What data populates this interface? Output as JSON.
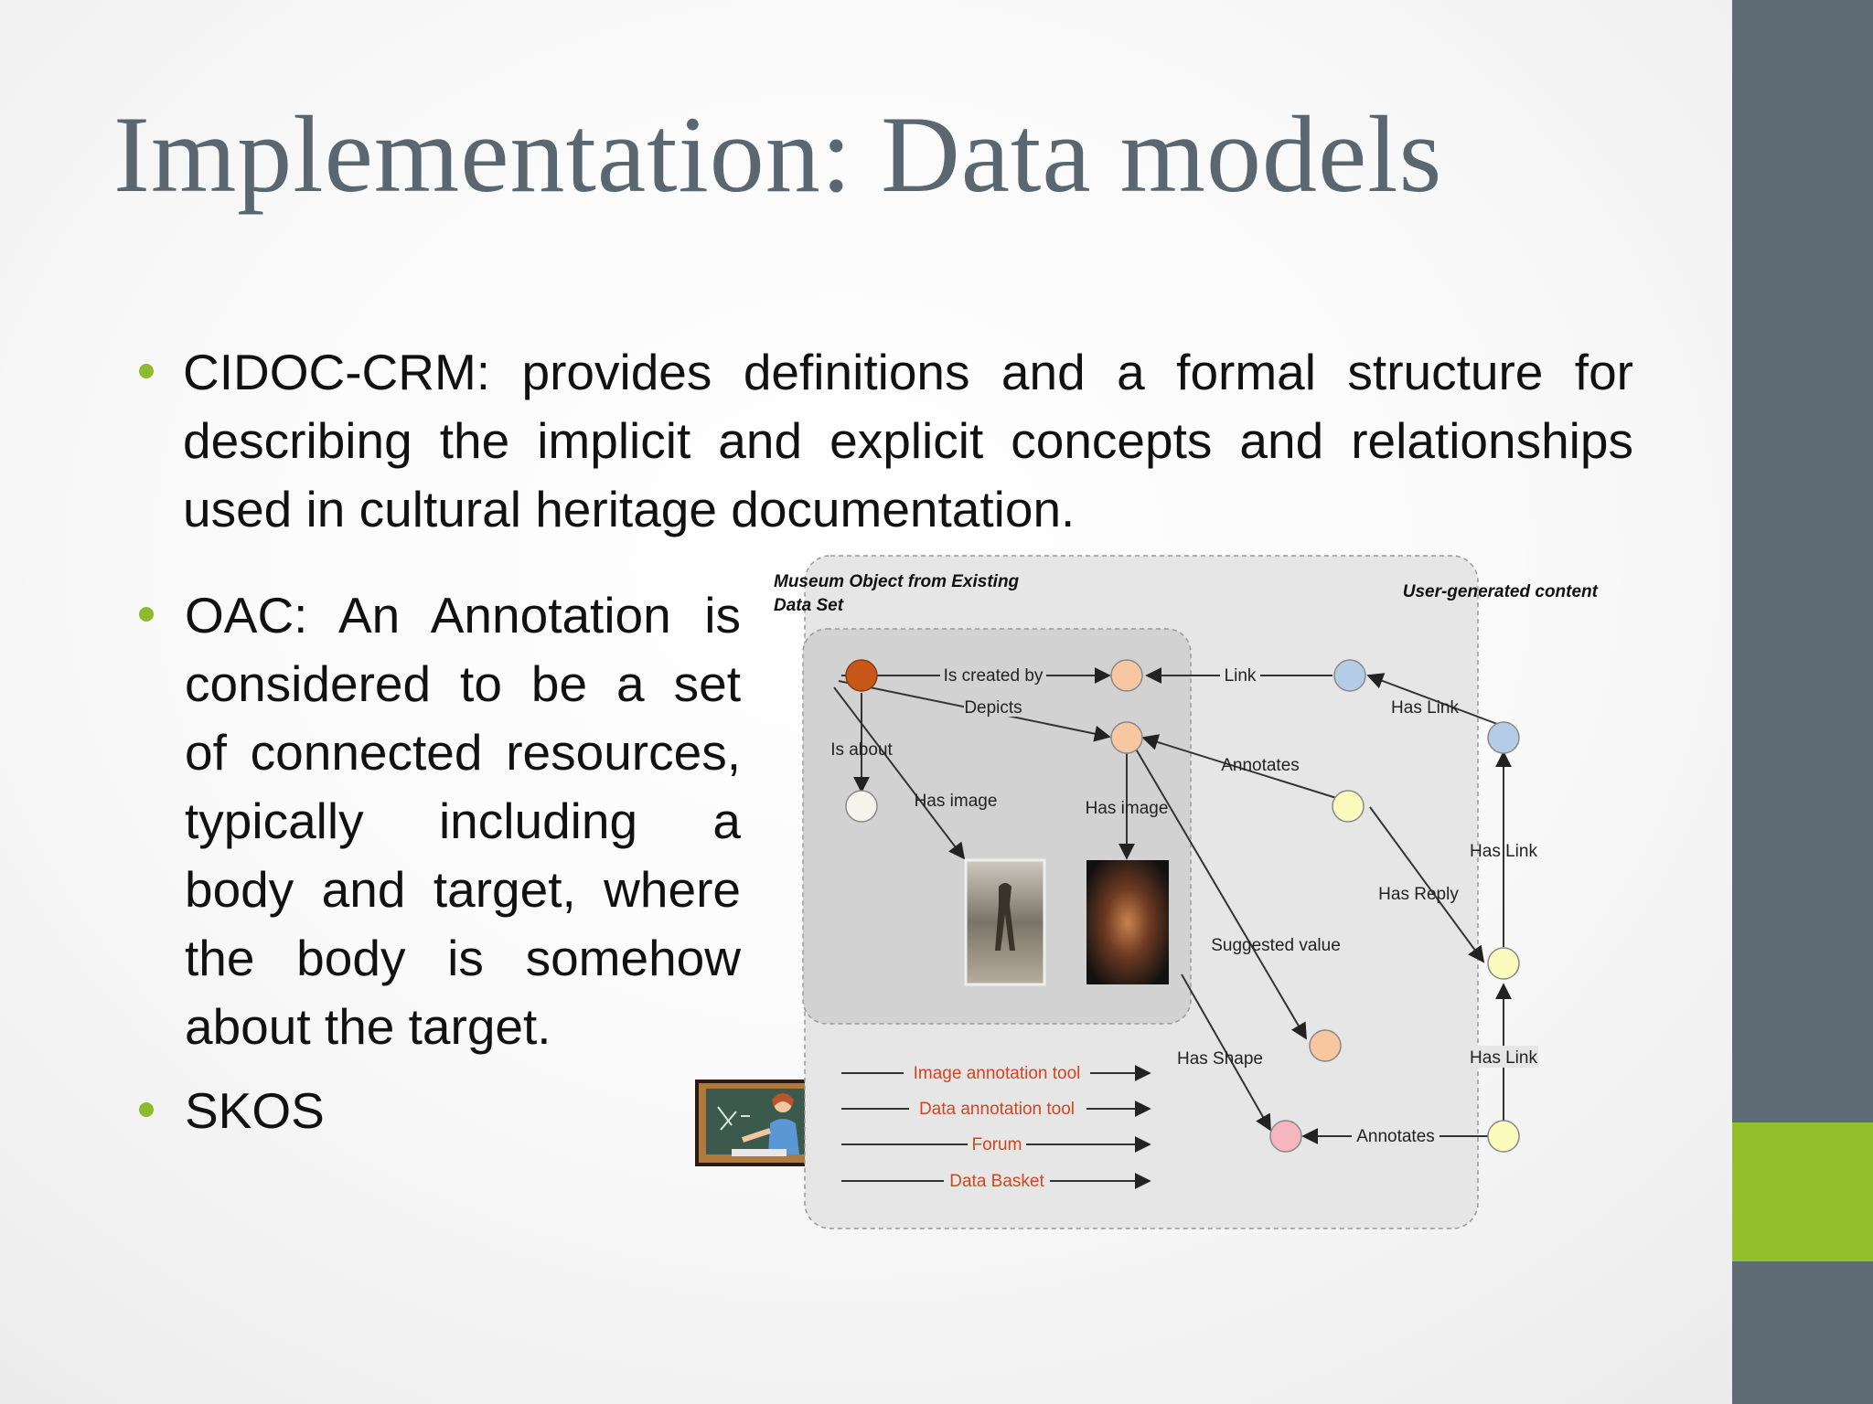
{
  "slide": {
    "title": "Implementation: Data models",
    "bullets": [
      {
        "lines": [
          "CIDOC-CRM: provides definitions and a formal structure for",
          "describing the implicit and explicit concepts and relationships",
          "used in cultural heritage documentation."
        ]
      },
      {
        "lines": [
          "OAC: An Annotation is",
          "considered to be a set",
          "of connected resources,",
          "typically including a",
          "body and target, where",
          "the body is somehow",
          "about the target."
        ]
      },
      {
        "lines": [
          "SKOS"
        ]
      }
    ]
  },
  "diagram": {
    "heading_left": [
      "Museum Object from Existing",
      "Data Set"
    ],
    "heading_right": "User-generated content",
    "edges": {
      "is_created_by": "Is created by",
      "depicts": "Depicts",
      "is_about": "Is about",
      "has_image_1": "Has image",
      "has_image_2": "Has image",
      "link": "Link",
      "annotates_1": "Annotates",
      "has_link_1": "Has Link",
      "has_link_2": "Has Link",
      "has_link_3": "Has Link",
      "has_reply": "Has Reply",
      "suggested_value": "Suggested value",
      "has_shape": "Has Shape",
      "annotates_2": "Annotates"
    },
    "tools": [
      "Image annotation tool",
      "Data annotation tool",
      "Forum",
      "Data Basket"
    ],
    "colors": {
      "museum_object": "#c8581a",
      "peach": "#f6c7a0",
      "blue": "#b4cce6",
      "yellow": "#fbfbbd",
      "pink": "#f6b6c0",
      "white_node": "#f4f4ec",
      "tool_text": "#d2451e"
    }
  }
}
